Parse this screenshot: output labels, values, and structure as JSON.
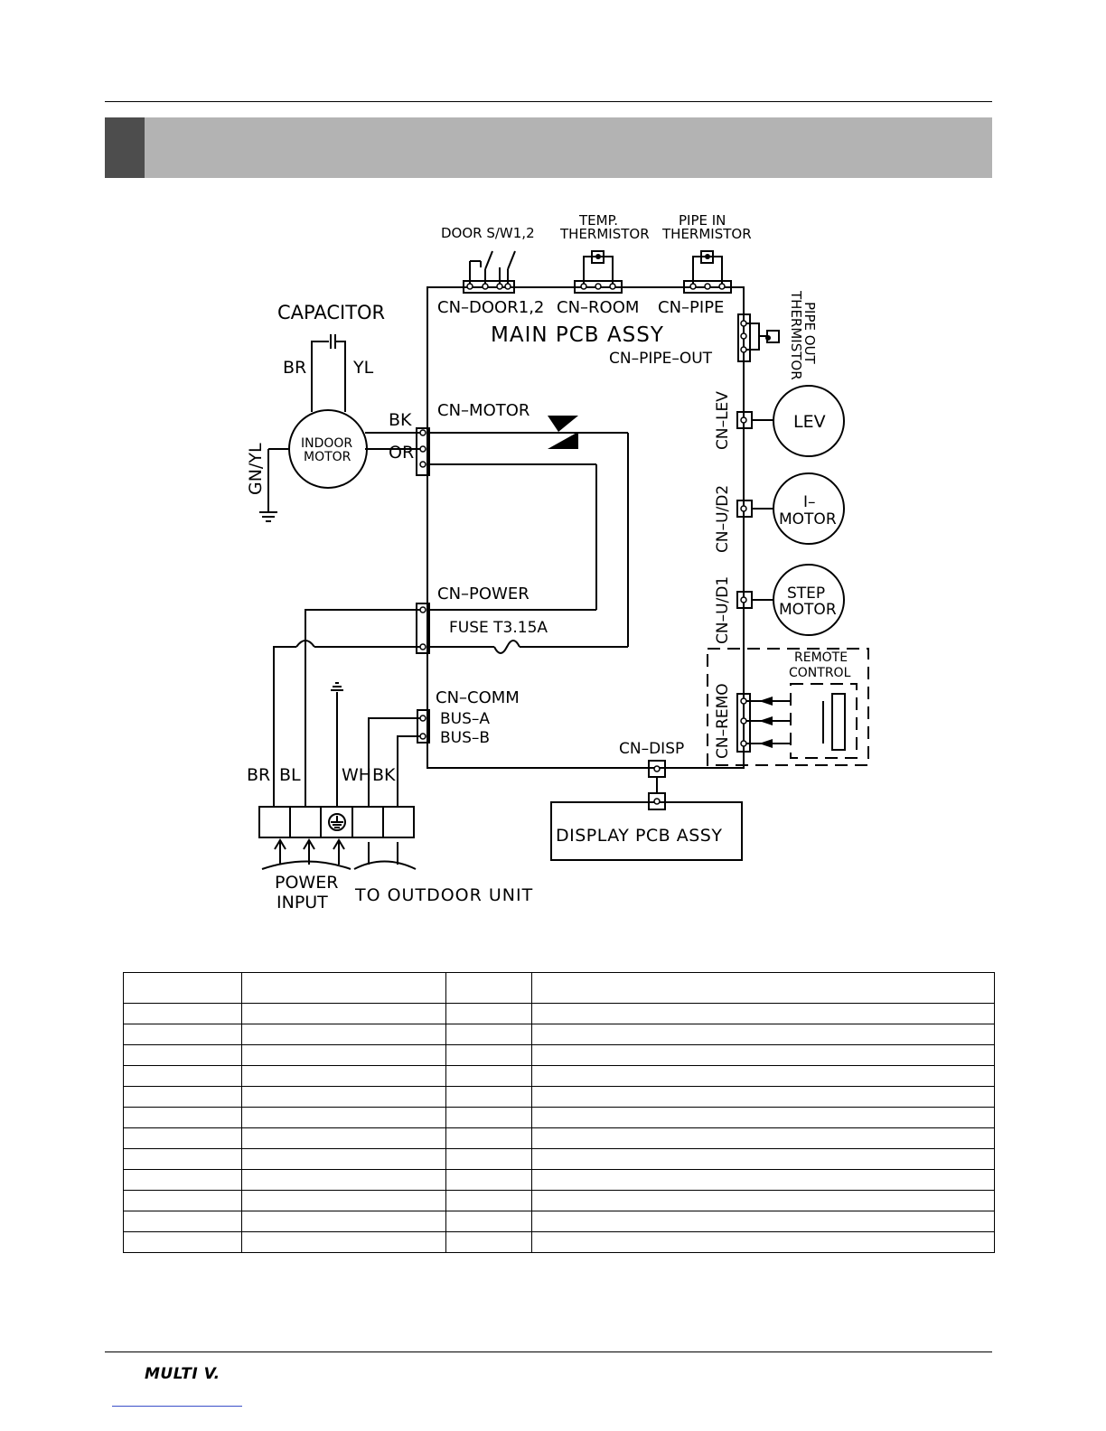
{
  "footer": {
    "brand": "MULTI V."
  },
  "diagram": {
    "door_switch": "DOOR S/W1,2",
    "temp_thermistor_1": "TEMP.",
    "temp_thermistor_2": "THERMISTOR",
    "pipe_in_1": "PIPE IN",
    "pipe_in_2": "THERMISTOR",
    "cn_door": "CN–DOOR1,2",
    "cn_room": "CN–ROOM",
    "cn_pipe": "CN–PIPE",
    "main_pcb": "MAIN PCB ASSY",
    "cn_pipe_out": "CN–PIPE–OUT",
    "pipe_out_1": "PIPE OUT",
    "pipe_out_2": "THERMISTOR",
    "capacitor": "CAPACITOR",
    "br_cap": "BR",
    "yl_cap": "YL",
    "bk_motor": "BK",
    "or_motor": "OR",
    "cn_motor": "CN–MOTOR",
    "indoor_motor_1": "INDOOR",
    "indoor_motor_2": "MOTOR",
    "gn_yl": "GN/YL",
    "cn_lev": "CN–LEV",
    "lev": "LEV",
    "cn_ud2": "CN–U/D2",
    "i_motor_1": "I–",
    "i_motor_2": "MOTOR",
    "cn_ud1": "CN–U/D1",
    "step_motor_1": "STEP",
    "step_motor_2": "MOTOR",
    "cn_power": "CN–POWER",
    "fuse": "FUSE  T3.15A",
    "cn_remo": "CN–REMO",
    "remote_1": "REMOTE",
    "remote_2": "CONTROL",
    "cn_comm": "CN–COMM",
    "bus_a": "BUS–A",
    "bus_b": "BUS–B",
    "cn_disp": "CN–DISP",
    "display_pcb": "DISPLAY PCB ASSY",
    "br_term": "BR",
    "bl_term": "BL",
    "wh_term": "WH",
    "bk_term": "BK",
    "power_input_1": "POWER",
    "power_input_2": "INPUT",
    "to_outdoor": "TO OUTDOOR UNIT"
  }
}
